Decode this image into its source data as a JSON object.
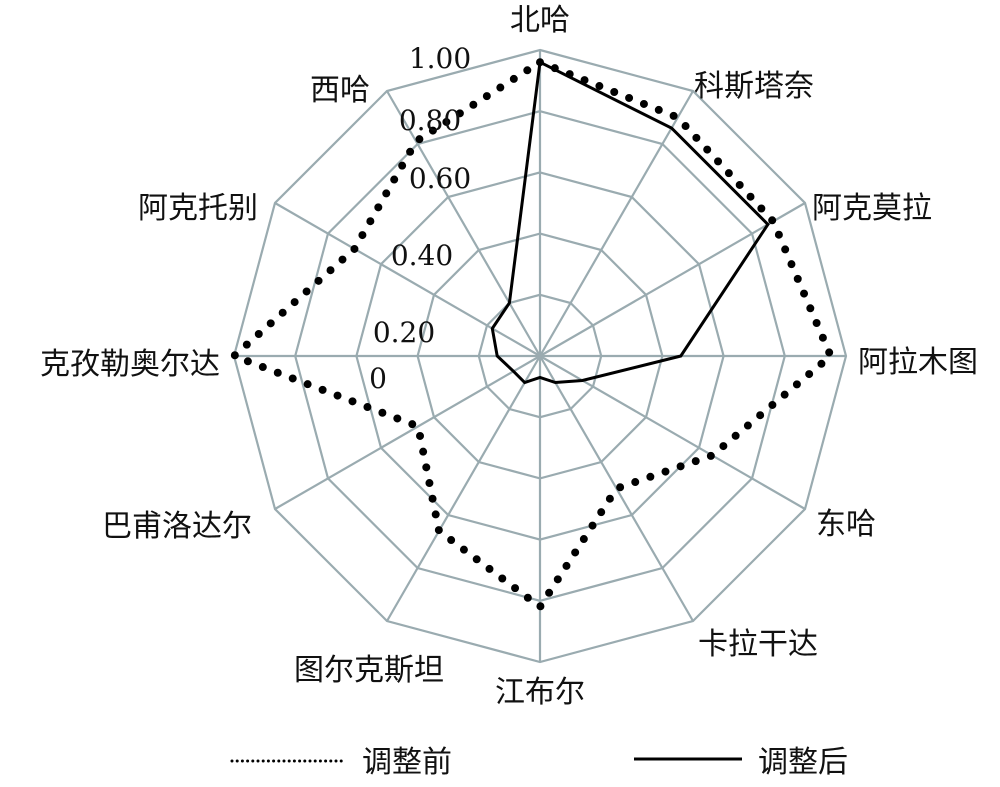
{
  "chart_data": {
    "type": "radar",
    "categories": [
      "北哈",
      "科斯塔奈",
      "阿克莫拉",
      "阿拉木图",
      "东哈",
      "卡拉干达",
      "江布尔",
      "图尔克斯坦",
      "巴甫洛达尔",
      "克孜勒奥尔达",
      "阿克托别",
      "西哈"
    ],
    "series": [
      {
        "name": "调整前",
        "style": "dotted",
        "color": "#000000",
        "values": [
          0.96,
          0.9,
          0.88,
          0.95,
          0.65,
          0.5,
          0.82,
          0.66,
          0.46,
          1.0,
          0.7,
          0.81
        ]
      },
      {
        "name": "调整后",
        "style": "solid",
        "color": "#000000",
        "values": [
          0.96,
          0.86,
          0.86,
          0.46,
          0.16,
          0.1,
          0.07,
          0.1,
          0.1,
          0.14,
          0.18,
          0.2
        ]
      }
    ],
    "radial_ticks": [
      "0",
      "0.20",
      "0.40",
      "0.60",
      "0.80",
      "1.00"
    ],
    "rlim": [
      0,
      1
    ],
    "grid": true,
    "grid_color": "#9aabb0",
    "legend_position": "bottom"
  }
}
